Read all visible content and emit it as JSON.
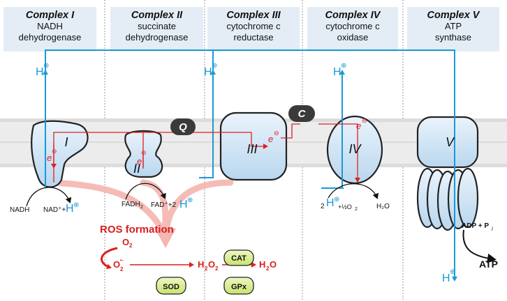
{
  "complexes": [
    {
      "title": "Complex I",
      "line1": "NADH",
      "line2": "dehydrogenase",
      "membrane_label": "I"
    },
    {
      "title": "Complex II",
      "line1": "succinate",
      "line2": "dehydrogenase",
      "membrane_label": "II"
    },
    {
      "title": "Complex III",
      "line1": "cytochrome c",
      "line2": "reductase",
      "membrane_label": "III"
    },
    {
      "title": "Complex IV",
      "line1": "cytochrome c",
      "line2": "oxidase",
      "membrane_label": "IV"
    },
    {
      "title": "Complex V",
      "line1": "ATP",
      "line2": "synthase",
      "membrane_label": "V"
    }
  ],
  "carriers": {
    "q": "Q",
    "c": "C"
  },
  "proton": {
    "symbol": "H",
    "charge": "⊕"
  },
  "electron": {
    "symbol": "e",
    "charge": "⊖"
  },
  "substrates": {
    "nadh": "NADH",
    "nad_plus": "NAD⁺+",
    "fadh2": "FADH",
    "fadh2_sub": "2",
    "fad_plus": "FAD⁺+2",
    "two_h": "2",
    "half_o2": "+½O",
    "o2_sub": "2",
    "water": "H₂O",
    "adp_pi": "ADP + P",
    "pi_sub": "i",
    "atp": "ATP"
  },
  "ros": {
    "title": "ROS formation",
    "o2": "O",
    "o2_sub": "2",
    "superoxide": "O",
    "superoxide_sub": "2",
    "superoxide_sup": "•-",
    "h2o2": "H",
    "h2o2_mid": "O",
    "h2o2_sub": "2",
    "water_out": "H",
    "water_out_sub": "2",
    "water_out_o": "O"
  },
  "enzymes": {
    "sod": "SOD",
    "cat": "CAT",
    "gpx": "GPx"
  },
  "colors": {
    "proton_blue": "#1a9ad6",
    "electron_red": "#e02020",
    "ros_red": "#d81e1e",
    "ros_band": "#f5b5b0",
    "membrane_gray": "#dcdcdc",
    "complex_fill": "#d6e8f7",
    "enzyme_green": "#d6ec8a",
    "carrier_dark": "#3a3a3a",
    "header_bg": "#e4edf6"
  }
}
